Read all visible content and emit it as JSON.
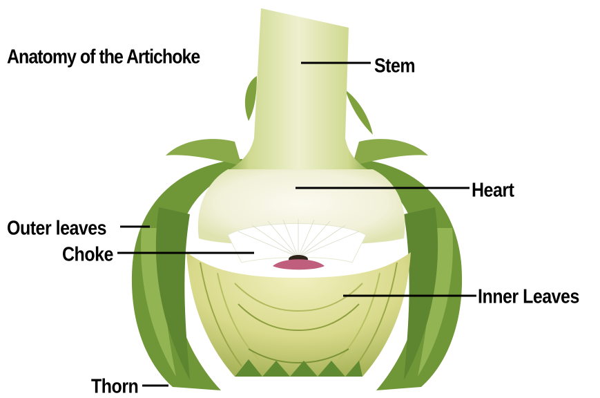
{
  "title": "Anatomy of the Artichoke",
  "labels": {
    "stem": "Stem",
    "heart": "Heart",
    "outer_leaves": "Outer leaves",
    "choke": "Choke",
    "inner_leaves": "Inner Leaves",
    "thorn": "Thorn"
  },
  "colors": {
    "label_text": "#000000",
    "leader_line": "#000000",
    "outer_leaf": "#7ea23e",
    "outer_leaf_dark": "#4f7526",
    "stem_flesh": "#e6ecbf",
    "heart_flesh": "#f6f5e8",
    "choke": "#ffffff",
    "choke_center": "#b0506b",
    "inner_leaf": "#dfe08a"
  }
}
